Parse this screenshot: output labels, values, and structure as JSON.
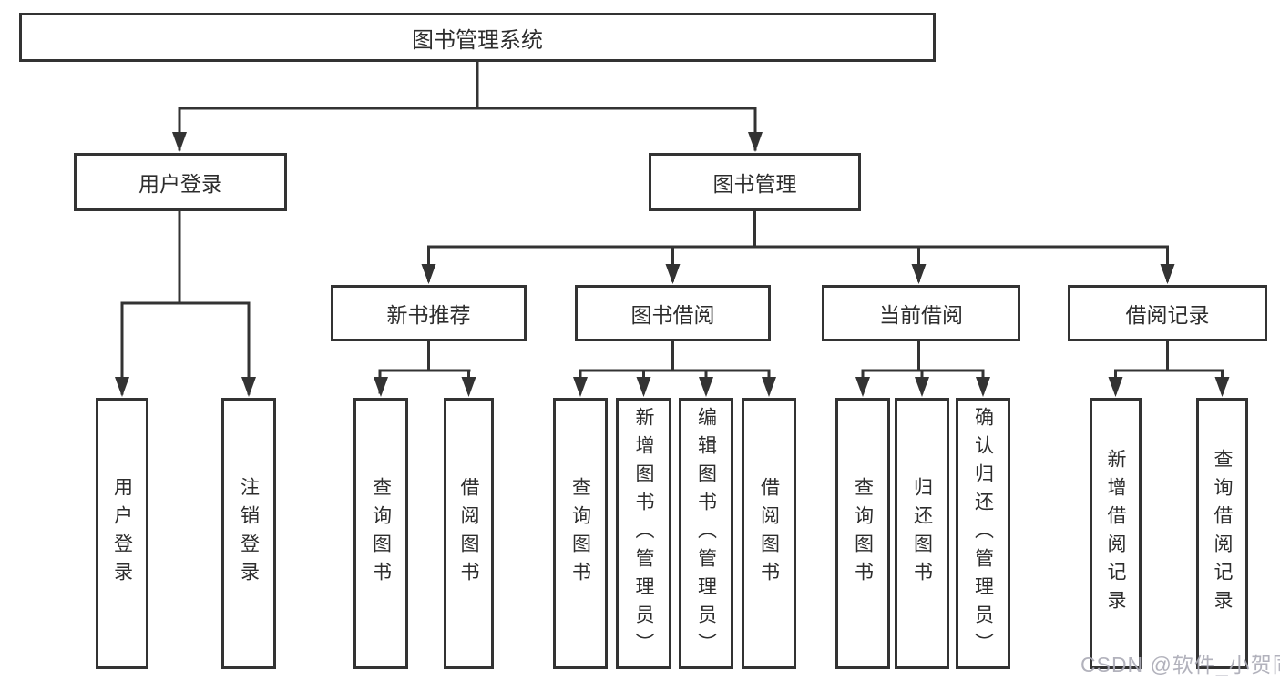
{
  "diagram": {
    "root": {
      "label": "图书管理系统"
    },
    "branches": [
      {
        "label": "用户登录",
        "children": [
          {
            "label": "用户登录"
          },
          {
            "label": "注销登录"
          }
        ]
      },
      {
        "label": "图书管理",
        "children": [
          {
            "label": "新书推荐",
            "children": [
              {
                "label": "查询图书"
              },
              {
                "label": "借阅图书"
              }
            ]
          },
          {
            "label": "图书借阅",
            "children": [
              {
                "label": "查询图书"
              },
              {
                "label": "新增图书（管理员）"
              },
              {
                "label": "编辑图书（管理员）"
              },
              {
                "label": "借阅图书"
              }
            ]
          },
          {
            "label": "当前借阅",
            "children": [
              {
                "label": "查询图书"
              },
              {
                "label": "归还图书"
              },
              {
                "label": "确认归还（管理员）"
              }
            ]
          },
          {
            "label": "借阅记录",
            "children": [
              {
                "label": "新增借阅记录"
              },
              {
                "label": "查询借阅记录"
              }
            ]
          }
        ]
      }
    ]
  },
  "watermark": {
    "text": "CSDN @软件_小贺同学"
  },
  "colors": {
    "line": "#333333",
    "text": "#2d2d2d",
    "watermark": "#ababb6",
    "background": "#ffffff"
  }
}
